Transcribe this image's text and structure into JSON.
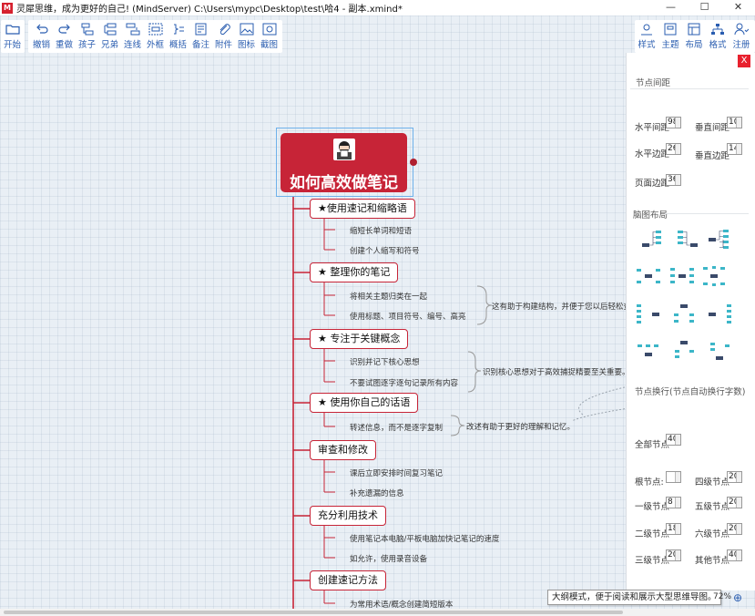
{
  "window": {
    "logo_letter": "M",
    "title": "灵犀思维，成为更好的自己!   (MindServer)   C:\\Users\\mypc\\Desktop\\test\\哈4 - 副本.xmind*",
    "controls": [
      "—",
      "☐",
      "✕"
    ]
  },
  "toolbar": {
    "start": {
      "label": "开始",
      "icon": "folder-icon"
    },
    "main": [
      {
        "label": "撤销",
        "icon": "undo-icon"
      },
      {
        "label": "重做",
        "icon": "redo-icon"
      },
      {
        "label": "孩子",
        "icon": "child-node-icon"
      },
      {
        "label": "兄弟",
        "icon": "sibling-node-icon"
      },
      {
        "label": "连线",
        "icon": "connector-icon"
      },
      {
        "label": "外框",
        "icon": "boundary-icon"
      },
      {
        "label": "概括",
        "icon": "summary-icon"
      },
      {
        "label": "备注",
        "icon": "note-icon"
      },
      {
        "label": "附件",
        "icon": "attachment-icon"
      },
      {
        "label": "图标",
        "icon": "image-icon"
      },
      {
        "label": "截图",
        "icon": "screenshot-icon"
      }
    ],
    "right": [
      {
        "label": "样式",
        "icon": "style-icon"
      },
      {
        "label": "主题",
        "icon": "theme-icon"
      },
      {
        "label": "布局",
        "icon": "layout-icon"
      },
      {
        "label": "格式",
        "icon": "format-icon"
      },
      {
        "label": "注册",
        "icon": "register-icon"
      }
    ]
  },
  "panel": {
    "close_label": "X",
    "node_spacing": {
      "title": "节点间距",
      "h_spacing_label": "水平间距",
      "h_spacing_value": "98",
      "v_spacing_label": "垂直间距",
      "v_spacing_value": "10",
      "h_margin_label": "水平边距",
      "h_margin_value": "26",
      "v_margin_label": "垂直边距",
      "v_margin_value": "14",
      "page_margin_label": "页面边距",
      "page_margin_value": "36"
    },
    "layout_section": {
      "title": "脑图布局"
    },
    "wrap_section": {
      "title": "节点换行(节点自动换行字数)",
      "all_label": "全部节点",
      "all_value": "40",
      "root_label": "根节点:",
      "root_value": "",
      "l1_label": "一级节点",
      "l1_value": "8",
      "l2_label": "二级节点",
      "l2_value": "18",
      "l3_label": "三级节点",
      "l3_value": "20",
      "l4_label": "四级节点",
      "l4_value": "20",
      "l5_label": "五级节点",
      "l5_value": "20",
      "l6_label": "六级节点",
      "l6_value": "20",
      "other_label": "其他节点",
      "other_value": "40"
    }
  },
  "mindmap": {
    "root": "如何高效做笔记",
    "branches": [
      {
        "label": "★使用速记和缩略语",
        "leaves": [
          "缩短长单词和短语",
          "创建个人缩写和符号"
        ],
        "summary": ""
      },
      {
        "label": "★ 整理你的笔记",
        "leaves": [
          "将相关主题归类在一起",
          "使用标题、项目符号、编号、高亮"
        ],
        "summary": "这有助于构建结构，并便于您以后轻松查"
      },
      {
        "label": "★ 专注于关键概念",
        "leaves": [
          "识别并记下核心思想",
          "不要试图逐字逐句记录所有内容"
        ],
        "summary": "识别核心思想对于高效捕捉精要至关重要。"
      },
      {
        "label": "★ 使用你自己的话语",
        "leaves": [
          "转述信息，而不是逐字复制"
        ],
        "summary": "改述有助于更好的理解和记忆。"
      },
      {
        "label": "审查和修改",
        "leaves": [
          "课后立即安排时间复习笔记",
          "补充遗漏的信息"
        ],
        "summary": ""
      },
      {
        "label": "充分利用技术",
        "leaves": [
          "使用笔记本电脑/平板电脑加快记笔记的速度",
          "如允许，使用录音设备"
        ],
        "summary": ""
      },
      {
        "label": "创建速记方法",
        "leaves": [
          "为常用术语/概念创建简短版本"
        ],
        "summary": ""
      }
    ]
  },
  "status": {
    "tooltip": "大纲模式，便于阅读和展示大型思维导图。",
    "zoom": "72%"
  }
}
